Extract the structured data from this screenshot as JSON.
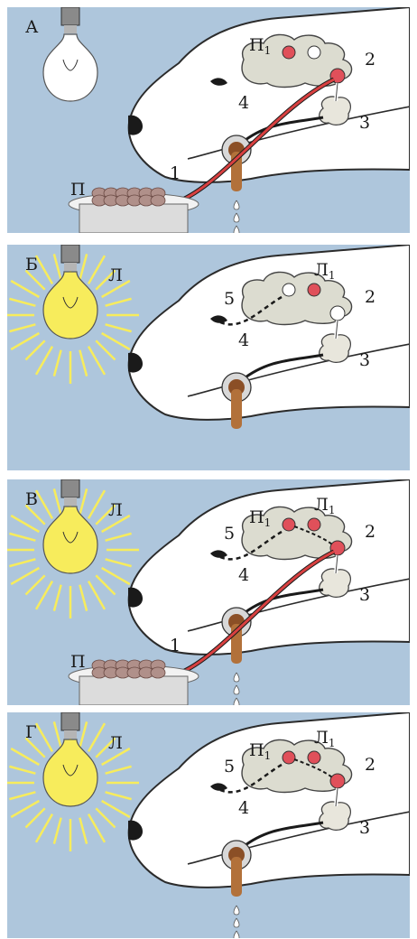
{
  "panels": [
    {
      "letter": "А",
      "lamp_on": false,
      "lamp_label": "",
      "food": true,
      "food_label": "П",
      "saliva": true,
      "nerve": true,
      "path": false,
      "labels": {
        "p1": "П",
        "p1_sub": "1",
        "l1": "",
        "l1_sub": "",
        "n1": "1",
        "n2": "2",
        "n3": "3",
        "n4": "4",
        "n5": ""
      }
    },
    {
      "letter": "Б",
      "lamp_on": true,
      "lamp_label": "Л",
      "food": false,
      "food_label": "",
      "saliva": false,
      "nerve": false,
      "path": true,
      "labels": {
        "p1": "",
        "p1_sub": "",
        "l1": "Л",
        "l1_sub": "1",
        "n1": "",
        "n2": "2",
        "n3": "3",
        "n4": "4",
        "n5": "5"
      }
    },
    {
      "letter": "В",
      "lamp_on": true,
      "lamp_label": "Л",
      "food": true,
      "food_label": "П",
      "saliva": true,
      "nerve": true,
      "path": true,
      "labels": {
        "p1": "П",
        "p1_sub": "1",
        "l1": "Л",
        "l1_sub": "1",
        "n1": "1",
        "n2": "2",
        "n3": "3",
        "n4": "4",
        "n5": "5"
      }
    },
    {
      "letter": "Г",
      "lamp_on": true,
      "lamp_label": "Л",
      "food": false,
      "food_label": "",
      "saliva": true,
      "nerve": false,
      "path": true,
      "labels": {
        "p1": "П",
        "p1_sub": "1",
        "l1": "Л",
        "l1_sub": "1",
        "n1": "",
        "n2": "2",
        "n3": "3",
        "n4": "4",
        "n5": "5"
      }
    }
  ],
  "colors": {
    "background": "#aec6dc",
    "neuron_active": "#e0505a",
    "neuron_inactive": "#ffffff",
    "nerve_red": "#d84040",
    "saliva": "#b2713a",
    "lamp_glow": "#f7ec5c",
    "brain": "#dcdcd0"
  }
}
